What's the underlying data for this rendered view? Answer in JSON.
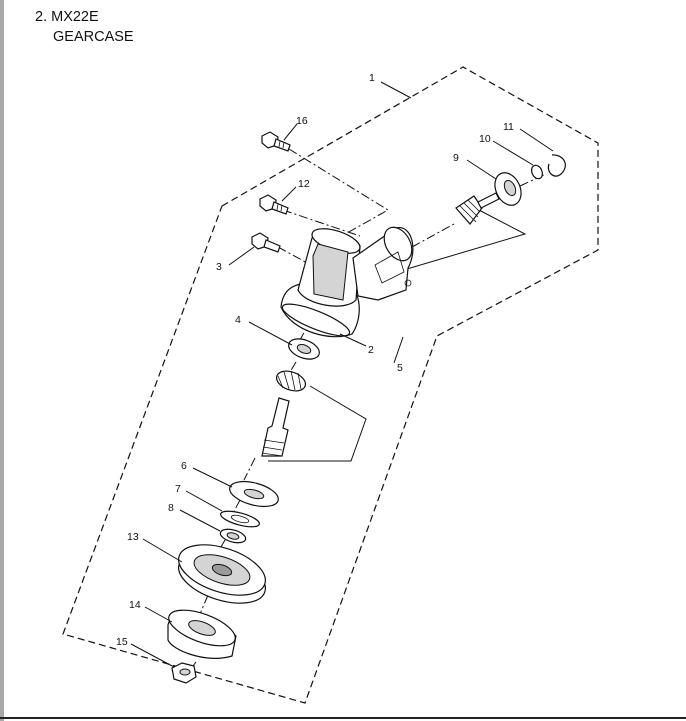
{
  "header": {
    "line1": "2. MX22E",
    "line2": "GEARCASE"
  },
  "callouts": [
    "1",
    "2",
    "3",
    "4",
    "5",
    "6",
    "7",
    "8",
    "9",
    "10",
    "11",
    "12",
    "13",
    "14",
    "15",
    "16"
  ]
}
